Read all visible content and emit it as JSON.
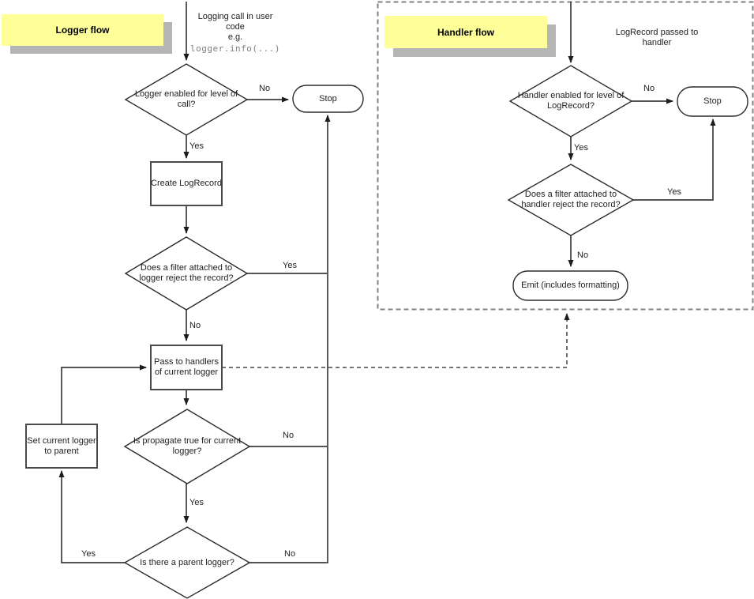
{
  "colors": {
    "highlight": "#ffff99",
    "highlight_shadow": "#b5b5b5",
    "line": "#3d3d3d",
    "container_border": "#828282",
    "code_text": "#808080"
  },
  "logger": {
    "title": "Logger flow",
    "start": [
      "Logging call in user",
      "code",
      "e.g."
    ],
    "start_code": "logger.info(...)",
    "nodes": {
      "enabled": "Logger enabled for level of call?",
      "stop": "Stop",
      "create": "Create LogRecord",
      "filter": "Does a filter attached to logger reject the record?",
      "pass": "Pass to handlers of current logger",
      "propagate": "Is propagate true for current logger?",
      "parent": "Is there a parent logger?",
      "set_parent": "Set current logger to parent"
    },
    "labels": {
      "enabled_no": "No",
      "enabled_yes": "Yes",
      "filter_yes": "Yes",
      "filter_no": "No",
      "propagate_no": "No",
      "propagate_yes": "Yes",
      "parent_yes": "Yes",
      "parent_no": "No"
    }
  },
  "handler": {
    "title": "Handler flow",
    "start": [
      "LogRecord passed to",
      "handler"
    ],
    "nodes": {
      "enabled": "Handler enabled for level of LogRecord?",
      "stop": "Stop",
      "filter": "Does a filter attached to handler reject the record?",
      "emit": "Emit (includes formatting)"
    },
    "labels": {
      "enabled_no": "No",
      "enabled_yes": "Yes",
      "filter_yes": "Yes",
      "filter_no": "No"
    }
  }
}
